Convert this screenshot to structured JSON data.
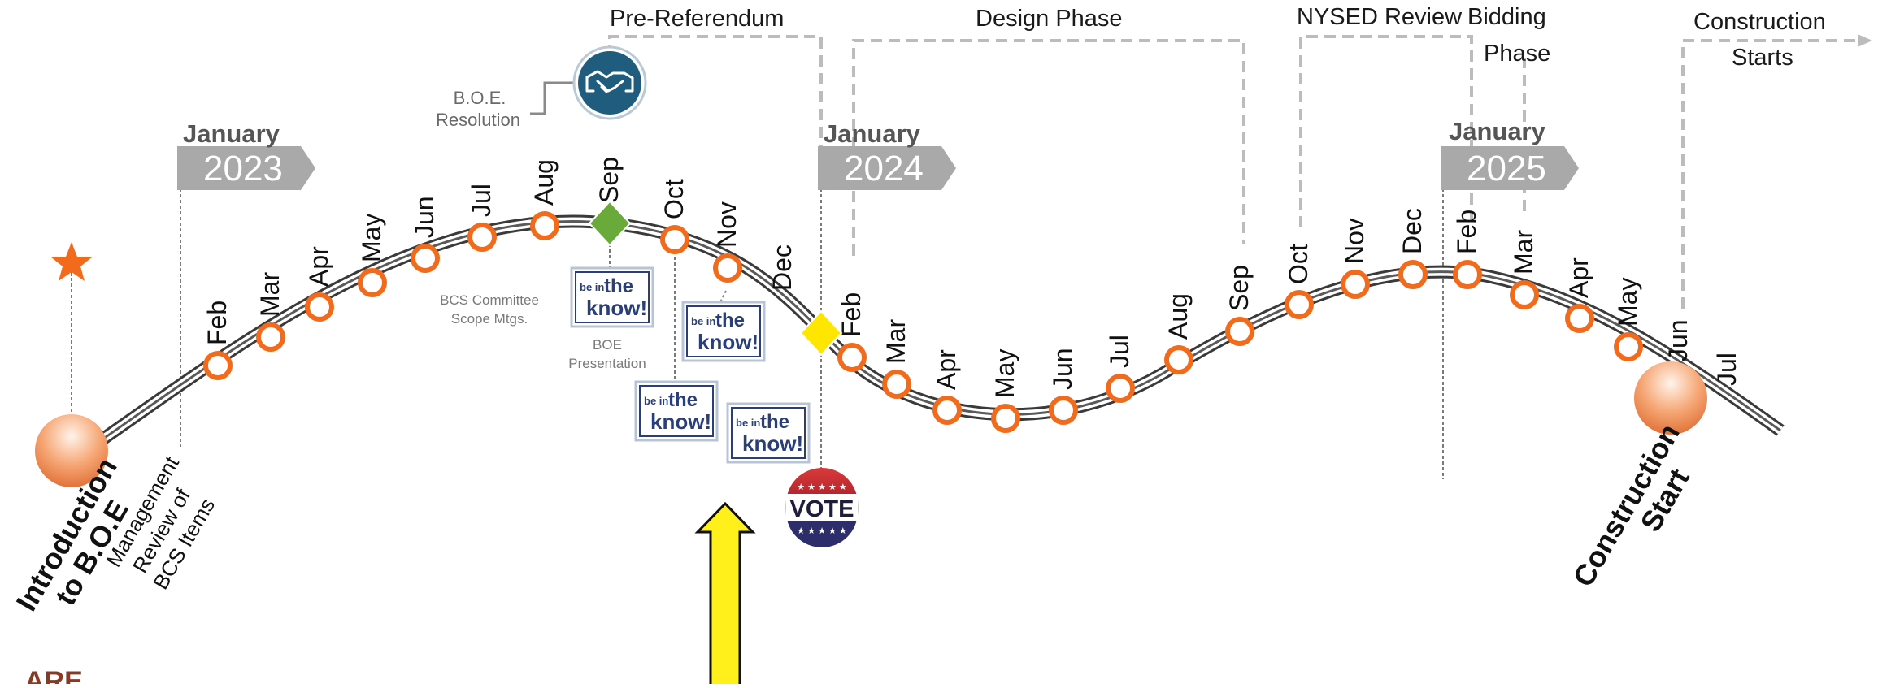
{
  "phases": {
    "pre_referendum": "Pre-Referendum",
    "design": "Design Phase",
    "nysed": "NYSED Review",
    "bidding_1": "Bidding",
    "bidding_2": "Phase",
    "construction_1": "Construction",
    "construction_2": "Starts"
  },
  "year_markers": [
    {
      "label": "January",
      "year": "2023"
    },
    {
      "label": "January",
      "year": "2024"
    },
    {
      "label": "January",
      "year": "2025"
    }
  ],
  "months_2023": [
    "Feb",
    "Mar",
    "Apr",
    "May",
    "Jun",
    "Jul",
    "Aug",
    "Sep",
    "Oct",
    "Nov",
    "Dec"
  ],
  "months_2024": [
    "Feb",
    "Mar",
    "Apr",
    "May",
    "Jun",
    "Jul",
    "Aug",
    "Sep",
    "Oct",
    "Nov",
    "Dec"
  ],
  "months_2025": [
    "Feb",
    "Mar",
    "Apr",
    "May",
    "Jun",
    "Jul"
  ],
  "milestones": {
    "intro_1": "Introduction",
    "intro_2": "to B.O.E",
    "mgmt_1": "Management",
    "mgmt_2": "Review of",
    "mgmt_3": "BCS Items",
    "boe_res_1": "B.O.E.",
    "boe_res_2": "Resolution",
    "bcs_1": "BCS Committee",
    "bcs_2": "Scope Mtgs.",
    "boe_pres_1": "BOE",
    "boe_pres_2": "Presentation",
    "construction_1": "Construction",
    "construction_2": "Start"
  },
  "badges": {
    "know_small": "be in",
    "know_big": "the",
    "know_bottom": "know!",
    "vote": "VOTE"
  },
  "colors": {
    "month_ring": "#f26b1d",
    "sep_diamond": "#6aaa3a",
    "vote_diamond": "#ffe600",
    "arrow": "#ffef1a",
    "year_banner": "#a9a9a9",
    "resolution_circle": "#1f5c7e",
    "star": "#f26b1d"
  }
}
